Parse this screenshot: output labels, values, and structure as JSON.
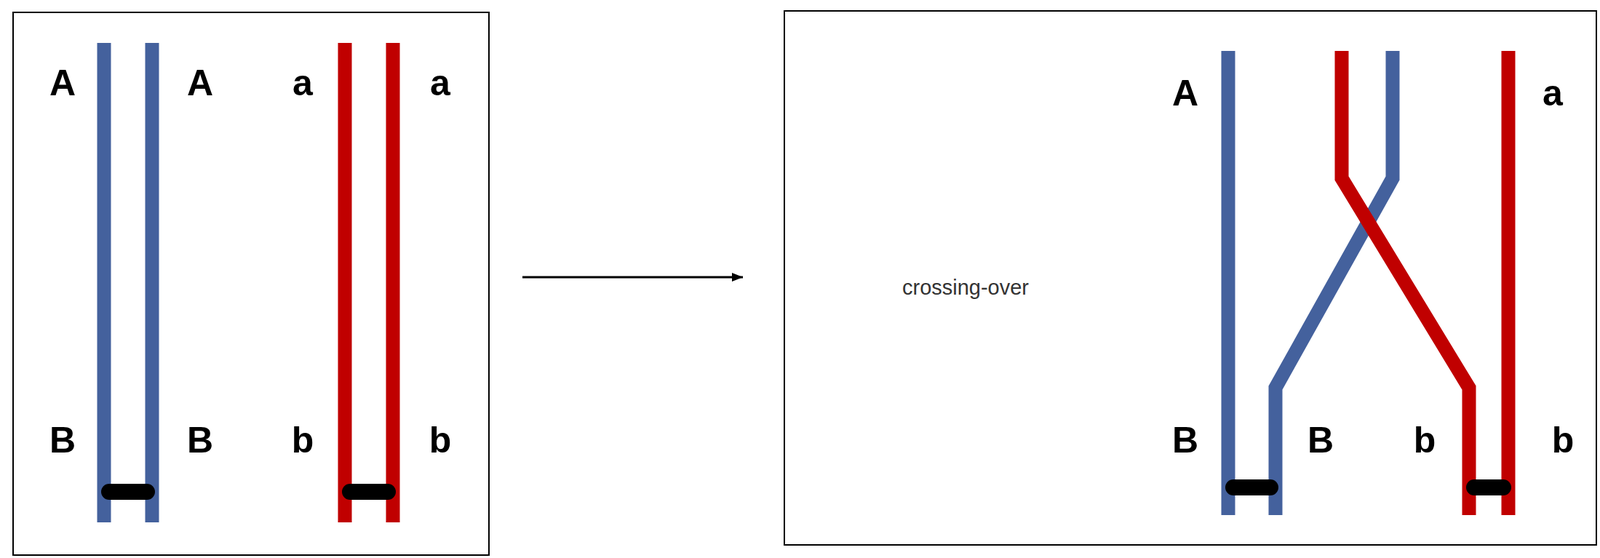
{
  "diagram": {
    "nodes": [
      {
        "text": [
          "A",
          "A",
          "a",
          "a",
          "B",
          "B",
          "b",
          "b"
        ]
      },
      {
        "text": [
          "A",
          "a",
          "crossing-over",
          "B",
          "B",
          "b",
          "b"
        ]
      }
    ],
    "edges": [
      {
        "from": 0,
        "to": 1,
        "arrow": "to"
      }
    ]
  }
}
